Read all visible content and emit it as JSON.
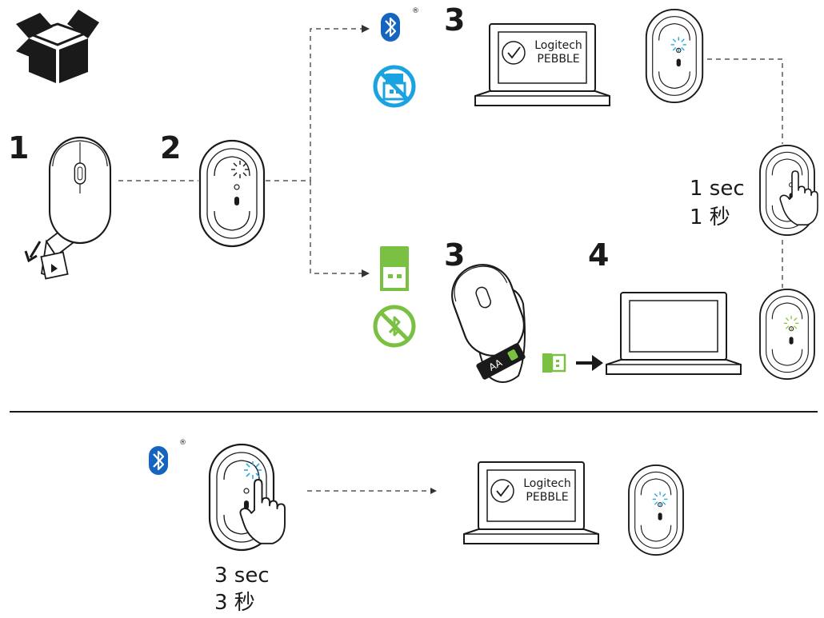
{
  "steps": {
    "s1": "1",
    "s2": "2",
    "s3_bt": "3",
    "s3_usb": "3",
    "s4": "4"
  },
  "screen": {
    "brand": "Logitech",
    "product": "PEBBLE"
  },
  "battery_label": "AA",
  "press_short": {
    "line1": "1 sec",
    "line2": "1 秒"
  },
  "press_long": {
    "line1": "3 sec",
    "line2": "3 秒"
  },
  "colors": {
    "bluetooth_blue": "#1565c0",
    "no_receiver_cyan": "#1aa3e0",
    "receiver_green": "#7ac143",
    "led_blue": "#29a8e0",
    "led_green": "#8dc63f",
    "ink": "#1a1a1a"
  },
  "icons": [
    "box-icon",
    "bluetooth-icon",
    "no-receiver-icon",
    "usb-receiver-icon",
    "no-bluetooth-icon",
    "check-icon",
    "hand-pointer-icon",
    "arrow-right-icon"
  ]
}
